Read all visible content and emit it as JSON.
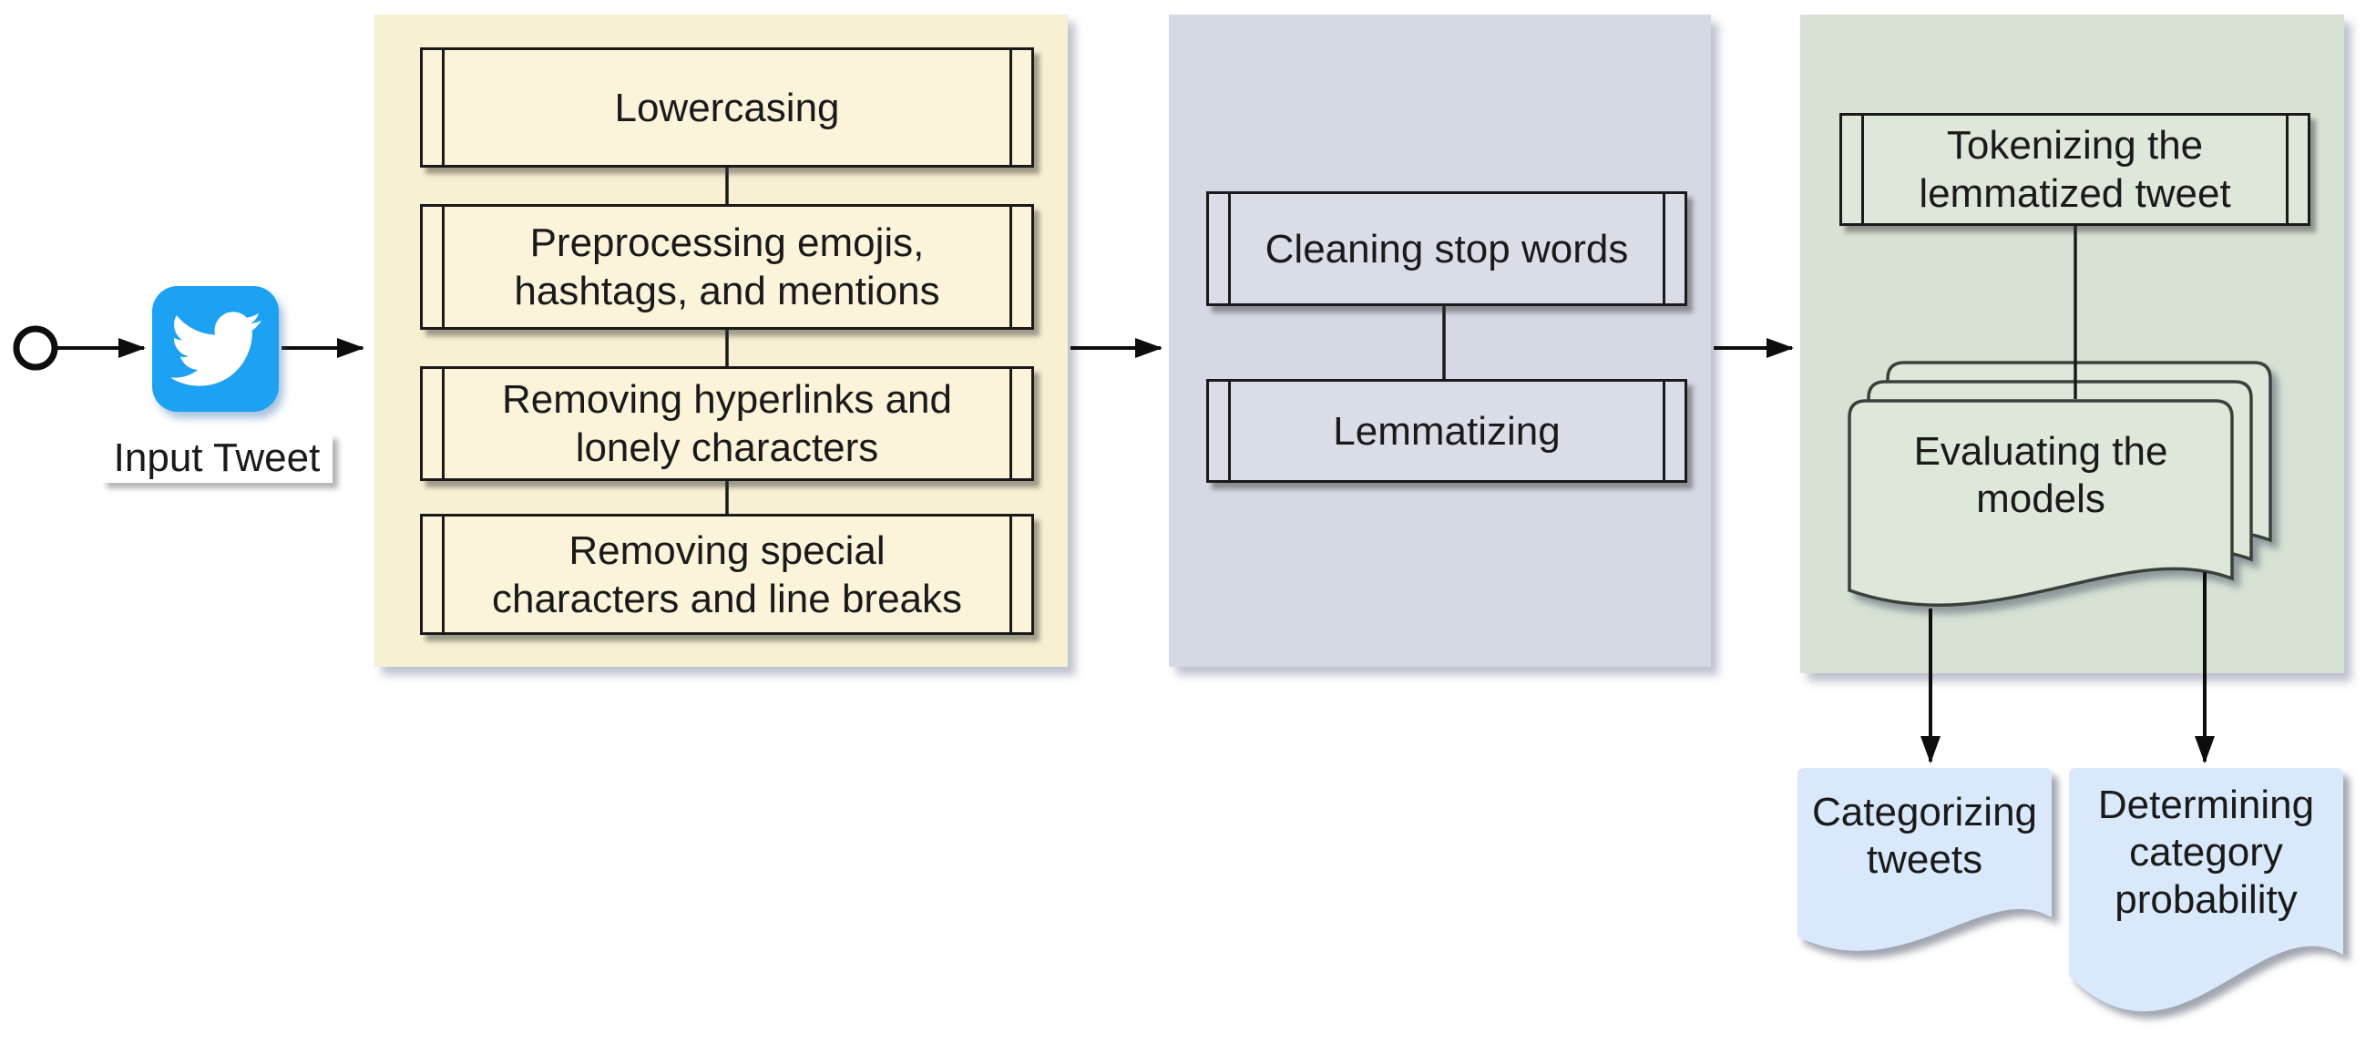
{
  "page": {
    "type": "tweet-processing-flowchart"
  },
  "flow": {
    "input_node": {
      "label": "Input Tweet",
      "icon": "twitter-bird"
    },
    "stage_preprocess": {
      "steps": [
        {
          "lines": [
            "Lowercasing"
          ]
        },
        {
          "lines": [
            "Preprocessing emojis,",
            "hashtags, and mentions"
          ]
        },
        {
          "lines": [
            "Removing hyperlinks and",
            "lonely characters"
          ]
        },
        {
          "lines": [
            "Removing special",
            "characters and line breaks"
          ]
        }
      ]
    },
    "stage_normalize": {
      "steps": [
        {
          "lines": [
            "Cleaning stop words"
          ]
        },
        {
          "lines": [
            "Lemmatizing"
          ]
        }
      ]
    },
    "stage_model": {
      "tokenize_step": {
        "lines": [
          "Tokenizing the",
          "lemmatized tweet"
        ]
      },
      "evaluate_step": {
        "lines": [
          "Evaluating the",
          "models"
        ]
      }
    },
    "outputs": [
      {
        "lines": [
          "Categorizing",
          "tweets"
        ]
      },
      {
        "lines": [
          "Determining",
          "category",
          "probability"
        ]
      }
    ]
  },
  "colors": {
    "twitter_blue": "#1da1f2",
    "stage_preprocess_bg": "#f8f0d2",
    "stage_preprocess_step_bg": "#fbf4da",
    "stage_normalize_bg": "#d4d9e3",
    "stage_normalize_step_bg": "#d9dde6",
    "stage_model_bg": "#d7e2d5",
    "document_bg": "#dde7da",
    "output_doc_bg": "#dae8fc",
    "stroke": "#1a1a1a",
    "text": "#1a1a1a"
  }
}
